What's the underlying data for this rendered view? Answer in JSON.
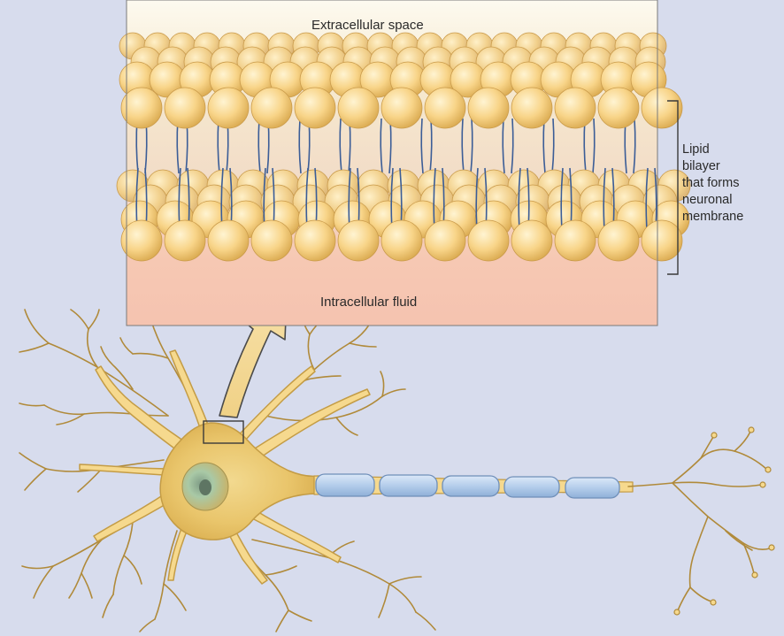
{
  "labels": {
    "extracellular": "Extracellular space",
    "intracellular": "Intracellular fluid",
    "lipid_lines": [
      "Lipid",
      "bilayer",
      "that forms",
      "neuronal",
      "membrane"
    ]
  },
  "colors": {
    "background": "#d7dced",
    "neuron_fill": "#f6d98e",
    "neuron_stroke": "#c9a653",
    "myelin_fill": "#b9d2ee",
    "myelin_stroke": "#6f8fb9",
    "nucleus": "#a9c9a6",
    "extracellular_fill": "#fcf7e6",
    "intracellular_fill": "#f6c7b6",
    "lipid_head": "#f8d488",
    "lipid_tail": "#3b5d97"
  },
  "icons": {
    "neuron": "neuron-illustration",
    "zoom_arrow": "arrow-up-icon",
    "membrane": "lipid-bilayer-illustration"
  }
}
